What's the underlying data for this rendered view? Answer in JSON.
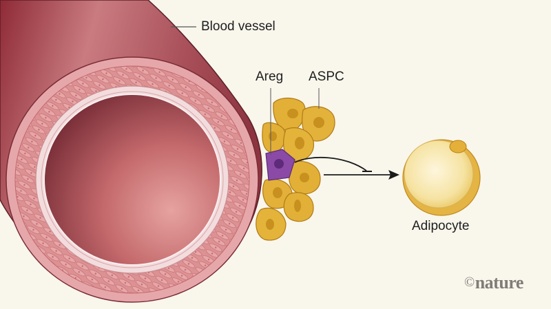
{
  "figure": {
    "type": "biological schematic",
    "background_color": "#f9f6ec"
  },
  "labels": {
    "blood_vessel": "Blood vessel",
    "areg": "Areg",
    "aspc": "ASPC",
    "adipocyte": "Adipocyte"
  },
  "colors": {
    "vessel_wall": "#a9505a",
    "vessel_lumen": "#8a3a42",
    "smooth_muscle": "#d98a8e",
    "endothelium": "#f4dfe0",
    "aspc_cell": "#e2b036",
    "areg_cell": "#8a4aa6",
    "adipocyte": "#f7e6a8",
    "arrow": "#1a1a1a"
  },
  "relationships": [
    {
      "from": "Areg cell",
      "to": "ASPC-to-adipocyte differentiation",
      "type": "inhibition"
    },
    {
      "from": "ASPC",
      "to": "Adipocyte",
      "type": "differentiation"
    }
  ],
  "credit": {
    "symbol": "©",
    "text": "nature"
  }
}
